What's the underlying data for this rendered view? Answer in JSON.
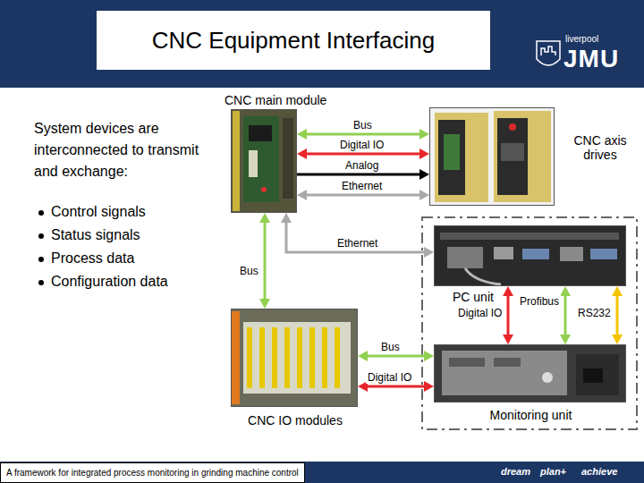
{
  "diagram": {
    "title": "CNC Equipment Interfacing",
    "caption": "A framework for integrated process monitoring in grinding machine control",
    "nodes": [
      {
        "text": [
          "CNC main module"
        ]
      },
      {
        "text": [
          "CNC axis drives"
        ]
      },
      {
        "text": [
          "PC unit"
        ]
      },
      {
        "text": [
          "CNC IO modules"
        ]
      },
      {
        "text": [
          "Monitoring unit"
        ]
      }
    ],
    "edges": [
      {
        "from": 0,
        "to": 1,
        "label": "Bus",
        "arrow": "both"
      },
      {
        "from": 0,
        "to": 1,
        "label": "Digital IO",
        "arrow": "both"
      },
      {
        "from": 0,
        "to": 1,
        "label": "Analog",
        "arrow": "to"
      },
      {
        "from": 0,
        "to": 1,
        "label": "Ethernet",
        "arrow": "both"
      },
      {
        "from": 0,
        "to": 2,
        "label": "Ethernet",
        "arrow": "both"
      },
      {
        "from": 0,
        "to": 3,
        "label": "Bus",
        "arrow": "both"
      },
      {
        "from": 3,
        "to": 4,
        "label": "Bus",
        "arrow": "both"
      },
      {
        "from": 3,
        "to": 4,
        "label": "Digital IO",
        "arrow": "both"
      },
      {
        "from": 2,
        "to": 4,
        "label": "Digital IO",
        "arrow": "both"
      },
      {
        "from": 2,
        "to": 4,
        "label": "Profibus",
        "arrow": "both"
      },
      {
        "from": 2,
        "to": 4,
        "label": "RS232",
        "arrow": "both"
      }
    ],
    "labels": [
      "liverpool",
      "JMU",
      "System devices are interconnected to transmit and exchange:",
      "Control signals",
      "Status signals",
      "Process data",
      "Configuration data",
      "dream",
      "plan+",
      "achieve"
    ]
  }
}
